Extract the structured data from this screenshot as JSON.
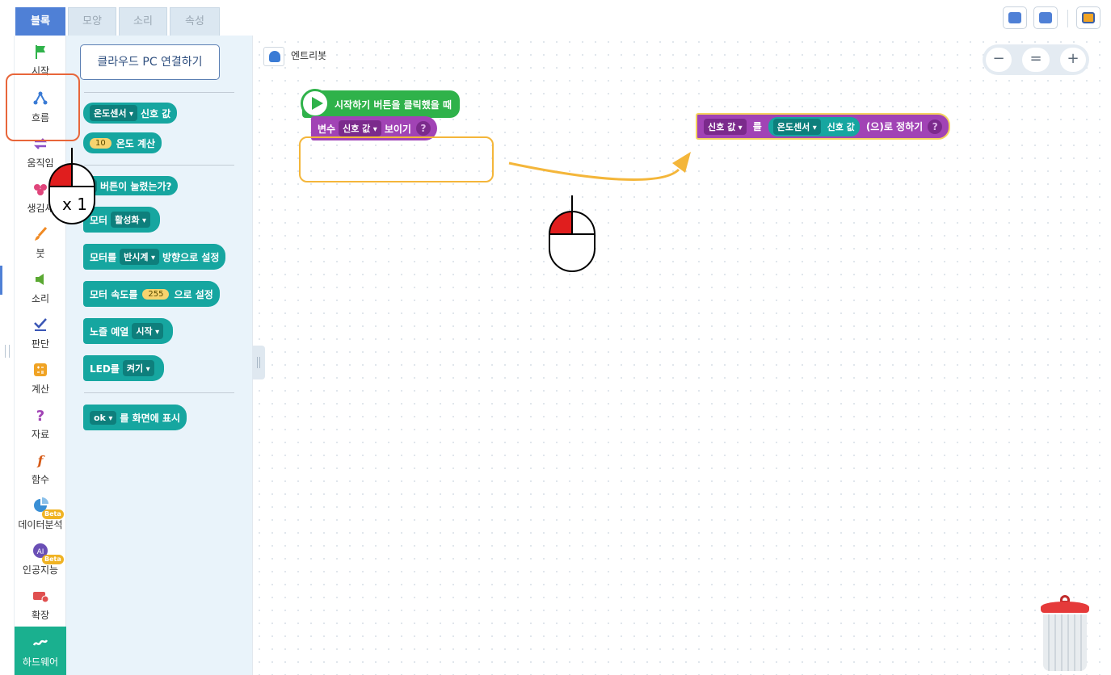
{
  "tabs": [
    "블록",
    "모양",
    "소리",
    "속성"
  ],
  "categories": [
    {
      "label": "시작",
      "icon": "flag-icon",
      "color": "#2fb24a"
    },
    {
      "label": "흐름",
      "icon": "flow-icon",
      "color": "#3a7bd5"
    },
    {
      "label": "움직임",
      "icon": "arrows-icon",
      "color": "#8b4fc7"
    },
    {
      "label": "생김새",
      "icon": "looks-icon",
      "color": "#e0457b"
    },
    {
      "label": "붓",
      "icon": "brush-icon",
      "color": "#f08a24"
    },
    {
      "label": "소리",
      "icon": "speaker-icon",
      "color": "#5aa832"
    },
    {
      "label": "판단",
      "icon": "check-icon",
      "color": "#3a56b5"
    },
    {
      "label": "계산",
      "icon": "calculator-icon",
      "color": "#f0a324"
    },
    {
      "label": "자료",
      "icon": "question-icon",
      "color": "#a143b5"
    },
    {
      "label": "함수",
      "icon": "function-icon",
      "color": "#d65a16"
    },
    {
      "label": "데이터분석",
      "icon": "chart-icon",
      "color": "#3a8fd5",
      "badge": "Beta"
    },
    {
      "label": "인공지능",
      "icon": "ai-icon",
      "color": "#6a4fb5",
      "badge": "Beta"
    },
    {
      "label": "확장",
      "icon": "extension-icon",
      "color": "#e05050"
    },
    {
      "label": "하드웨어",
      "icon": "hardware-icon",
      "color": "#ffffff"
    }
  ],
  "palette": {
    "cloud_button": "클라우드 PC 연결하기",
    "blocks": {
      "temp_sensor_drop": "온도센서",
      "signal_value": "신호 값",
      "calc_num": "10",
      "calc_label": "온도 계산",
      "button_pressed": "버튼이 눌렸는가?",
      "motor": "모터",
      "activate": "활성화",
      "motor_dir_prefix": "모터를",
      "counterclockwise": "반시계",
      "motor_dir_suffix": "방향으로 설정",
      "motor_speed_prefix": "모터 속도를",
      "motor_speed_num": "255",
      "motor_speed_suffix": "으로 설정",
      "melody": "노즐 예열",
      "start": "시작",
      "led": "LED를",
      "turn_on": "켜기",
      "ok": "ok",
      "display_suffix": "를 화면에 표시"
    }
  },
  "workspace": {
    "object_name": "엔트리봇",
    "zoom": {
      "out": "−",
      "reset": "=",
      "in": "+"
    },
    "hat_label": "시작하기 버튼을 클릭했을 때",
    "var_prefix": "변수",
    "var_name": "신호 값",
    "show_label": "보이기",
    "help": "?",
    "set_var": "신호 값",
    "set_to": "를",
    "set_sensor": "온도센서",
    "set_value": "신호 값",
    "set_suffix": "(으)로 정하기"
  },
  "annotation": {
    "click_count": "x 1",
    "highlight_color": "#e8663a",
    "dropzone_color": "#f4b63a"
  }
}
